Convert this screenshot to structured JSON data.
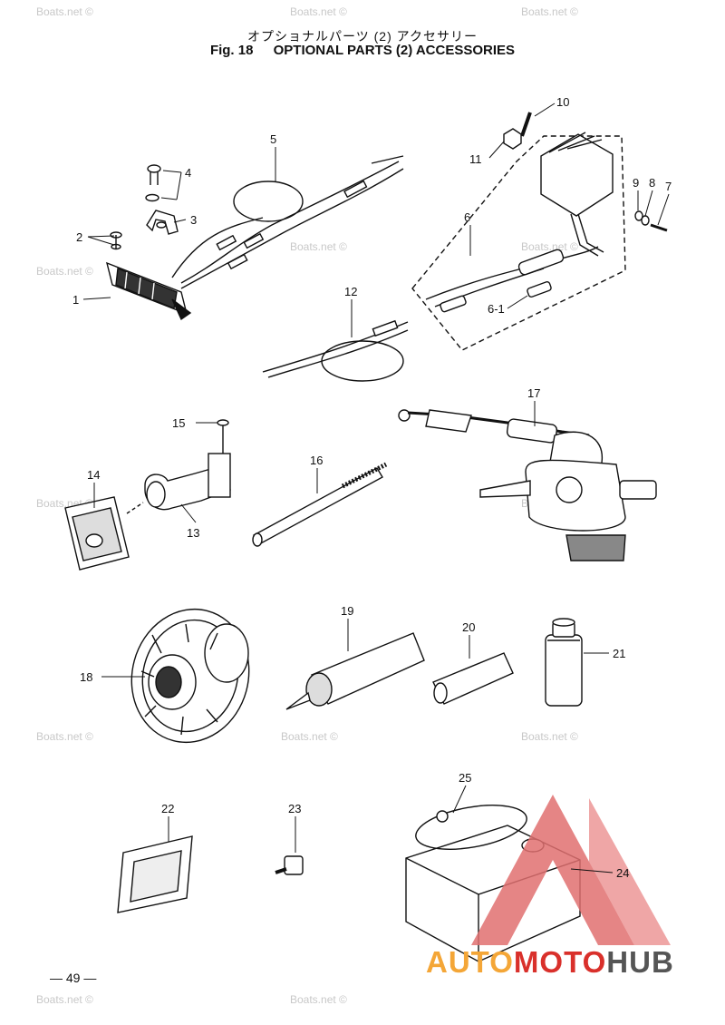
{
  "header": {
    "title_jp": "オプショナルパーツ (2) アクセサリー",
    "fig_label": "Fig. 18",
    "title_en": "OPTIONAL PARTS (2) ACCESSORIES"
  },
  "watermark": "Boats.net ©",
  "callouts": [
    "1",
    "2",
    "3",
    "4",
    "5",
    "6",
    "6-1",
    "7",
    "8",
    "9",
    "10",
    "11",
    "12",
    "13",
    "14",
    "15",
    "16",
    "17",
    "18",
    "19",
    "20",
    "21",
    "22",
    "23",
    "24",
    "25"
  ],
  "page_number": "— 49 —",
  "logo": {
    "part1": "AUTO",
    "part2": "MOTO",
    "part3": "HUB"
  },
  "colors": {
    "logo_orange": "#f4a637",
    "logo_red": "#d9302b",
    "logo_gray": "#555555"
  }
}
